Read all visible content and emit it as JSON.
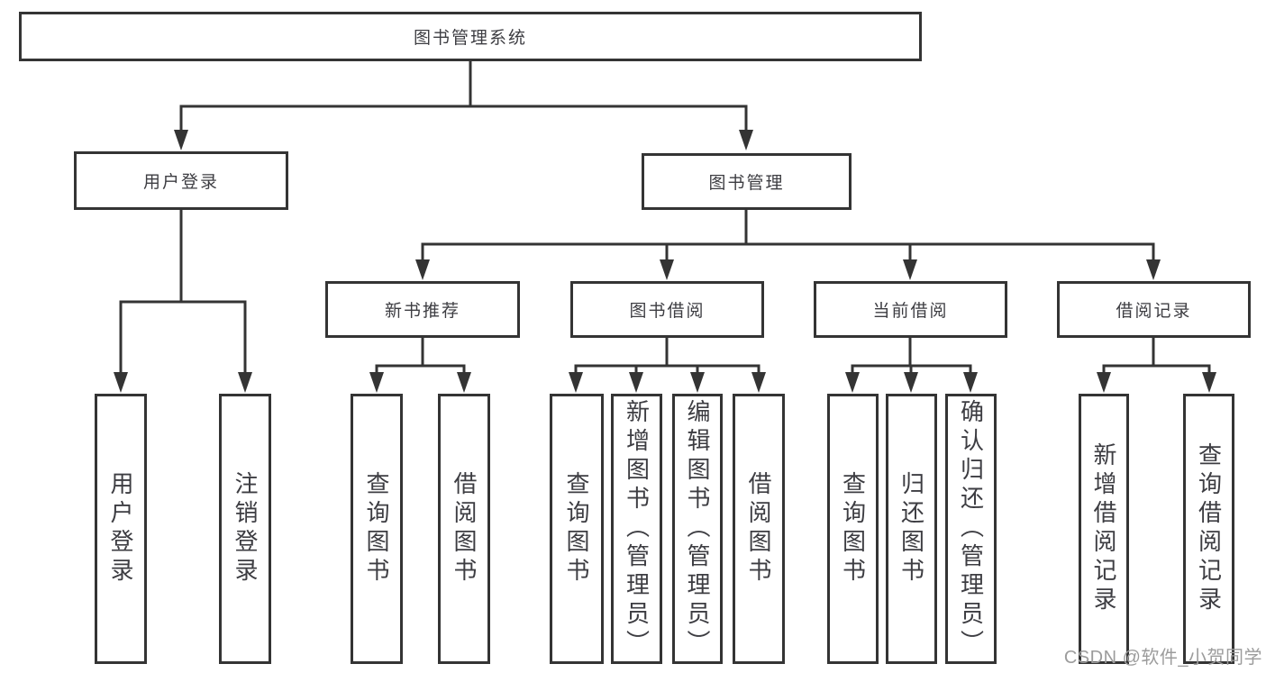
{
  "labels": {
    "root": "图书管理系统",
    "userLogin": "用户登录",
    "bookMgmt": "图书管理",
    "newRec": "新书推荐",
    "borrowing": "图书借阅",
    "current": "当前借阅",
    "records": "借阅记录",
    "leafUserLogin": "用户登录",
    "leafLogout": "注销登录",
    "recQuery": "查询图书",
    "recBorrow": "借阅图书",
    "borQuery": "查询图书",
    "borAdd": "新增图书（管理员）",
    "borEdit": "编辑图书（管理员）",
    "borBorrow": "借阅图书",
    "curQuery": "查询图书",
    "curReturn": "归还图书",
    "curConfirm": "确认归还（管理员）",
    "recdAdd": "新增借阅记录",
    "recdQuery": "查询借阅记录"
  },
  "tree": {
    "root": "图书管理系统",
    "children": [
      {
        "label": "用户登录",
        "children": [
          "用户登录",
          "注销登录"
        ]
      },
      {
        "label": "图书管理",
        "children": [
          {
            "label": "新书推荐",
            "children": [
              "查询图书",
              "借阅图书"
            ]
          },
          {
            "label": "图书借阅",
            "children": [
              "查询图书",
              "新增图书（管理员）",
              "编辑图书（管理员）",
              "借阅图书"
            ]
          },
          {
            "label": "当前借阅",
            "children": [
              "查询图书",
              "归还图书",
              "确认归还（管理员）"
            ]
          },
          {
            "label": "借阅记录",
            "children": [
              "新增借阅记录",
              "查询借阅记录"
            ]
          }
        ]
      }
    ]
  },
  "watermark": "CSDN @软件_小贺同学",
  "colors": {
    "line": "#343434",
    "box_border": "#343434",
    "text": "#3d3d42",
    "watermark": "#9c9c9c",
    "background": "#ffffff"
  }
}
